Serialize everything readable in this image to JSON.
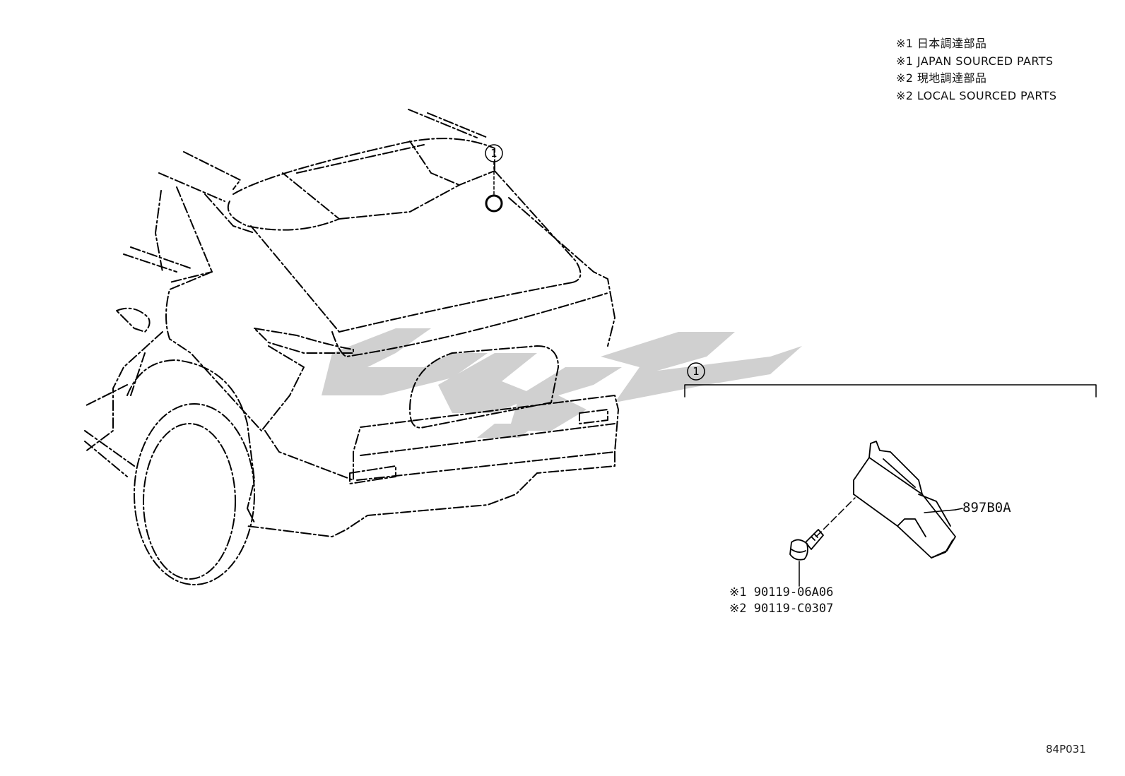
{
  "legend": {
    "line1": "※1 日本調達部品",
    "line2": "※1 JAPAN SOURCED PARTS",
    "line3": "※2 現地調達部品",
    "line4": "※2 LOCAL SOURCED PARTS"
  },
  "callouts": {
    "vehicle_ref": "1",
    "detail_ref": "1"
  },
  "parts": {
    "bracket": "897B0A",
    "bolt_japan": "※1 90119-06A06",
    "bolt_local": "※2 90119-C0307"
  },
  "diagram_id": "84P031",
  "colors": {
    "line": "#000000",
    "watermark": "#c8c8c8"
  }
}
